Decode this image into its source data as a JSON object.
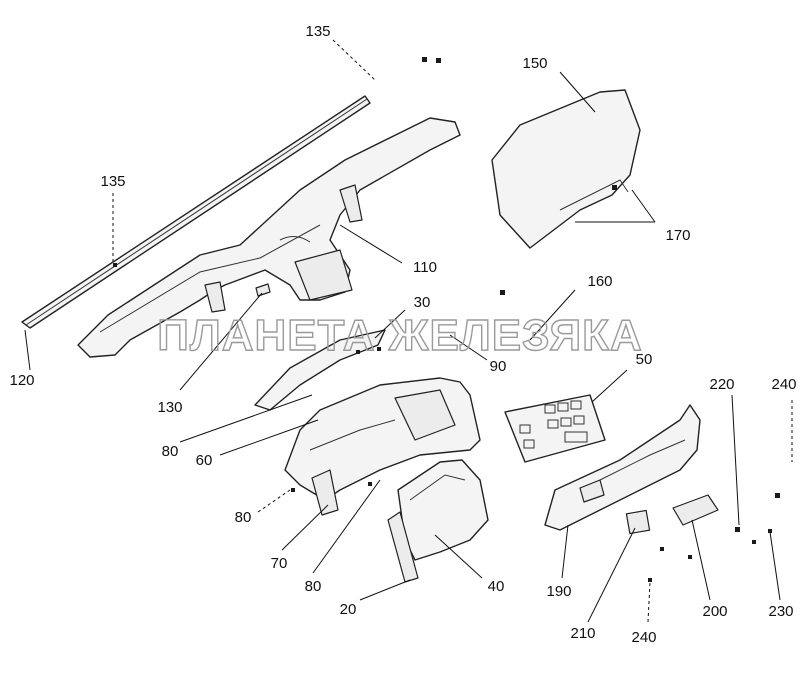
{
  "watermark": "ПЛАНЕТА ЖЕЛЕЗЯКА",
  "callouts": {
    "c135a": "135",
    "c135b": "135",
    "c150": "150",
    "c170": "170",
    "c110": "110",
    "c160": "160",
    "c30": "30",
    "c90": "90",
    "c120": "120",
    "c130": "130",
    "c50": "50",
    "c220": "220",
    "c240a": "240",
    "c80a": "80",
    "c60": "60",
    "c80b": "80",
    "c70": "70",
    "c80c": "80",
    "c40": "40",
    "c190": "190",
    "c20": "20",
    "c210": "210",
    "c200": "200",
    "c240b": "240",
    "c230": "230"
  }
}
